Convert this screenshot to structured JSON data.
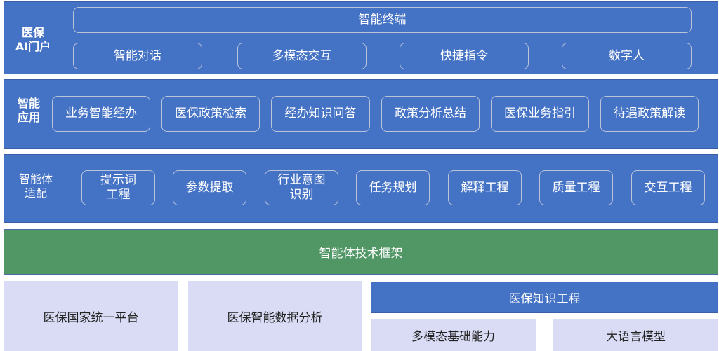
{
  "layers": {
    "portal": {
      "label_line1": "医保",
      "label_line2": "AI门户",
      "top": "智能终端",
      "items": [
        "智能对话",
        "多模态交互",
        "快捷指令",
        "数字人"
      ]
    },
    "apps": {
      "label_line1": "智能",
      "label_line2": "应用",
      "items": [
        "业务智能经办",
        "医保政策检索",
        "经办知识问答",
        "政策分析总结",
        "医保业务指引",
        "待遇政策解读"
      ]
    },
    "adapt": {
      "label_line1": "智能体",
      "label_line2": "适配",
      "items": [
        {
          "line1": "提示词",
          "line2": "工程"
        },
        {
          "line1": "参数提取",
          "line2": ""
        },
        {
          "line1": "行业意图",
          "line2": "识别"
        },
        {
          "line1": "任务规划",
          "line2": ""
        },
        {
          "line1": "解释工程",
          "line2": ""
        },
        {
          "line1": "质量工程",
          "line2": ""
        },
        {
          "line1": "交互工程",
          "line2": ""
        }
      ]
    },
    "framework": "智能体技术框架",
    "base": {
      "platform": "医保国家统一平台",
      "analytics": "医保智能数据分析",
      "knowledge": "医保知识工程",
      "multimodal": "多模态基础能力",
      "llm": "大语言模型"
    }
  },
  "colors": {
    "blue": "#4472C4",
    "green": "#519765",
    "lavender": "#D9DCF4"
  }
}
